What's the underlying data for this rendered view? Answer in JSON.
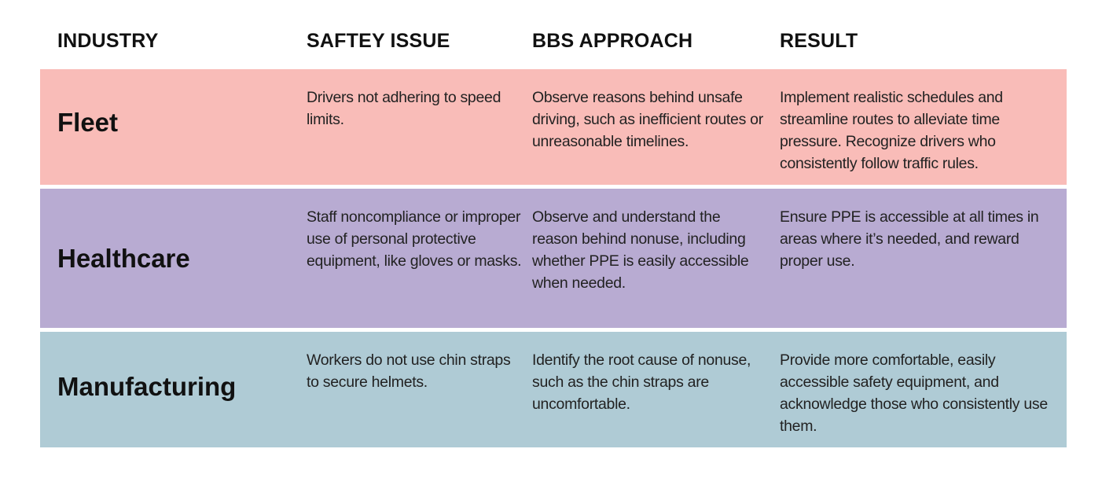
{
  "colors": {
    "fleet": "#f9bcb8",
    "healthcare": "#b8abd2",
    "manufacturing": "#afcbd5",
    "background": "#ffffff",
    "text": "#111111"
  },
  "headers": {
    "industry": "INDUSTRY",
    "safety_issue": "SAFTEY ISSUE",
    "bbs_approach": "BBS APPROACH",
    "result": "RESULT"
  },
  "rows": [
    {
      "industry": "Fleet",
      "safety_issue": "Drivers not adhering to speed limits.",
      "bbs_approach": "Observe reasons behind unsafe driving, such as inefficient routes or unreasonable timelines.",
      "result": "Implement realistic schedules and streamline routes to alleviate time pressure. Recognize drivers who consistently follow traffic rules."
    },
    {
      "industry": "Healthcare",
      "safety_issue": "Staff noncompliance or improper use of personal protective equipment, like gloves or masks.",
      "bbs_approach": "Observe and understand the reason behind nonuse, including whether PPE is easily accessible when needed.",
      "result": "Ensure PPE is accessible at all times in areas where it’s needed, and reward proper use."
    },
    {
      "industry": "Manufacturing",
      "safety_issue": "Workers do not use chin straps to secure helmets.",
      "bbs_approach": "Identify the root cause of nonuse, such as the chin straps are uncomfortable.",
      "result": "Provide more comfortable, easily accessible safety equipment, and acknowledge those who consistently use them."
    }
  ]
}
